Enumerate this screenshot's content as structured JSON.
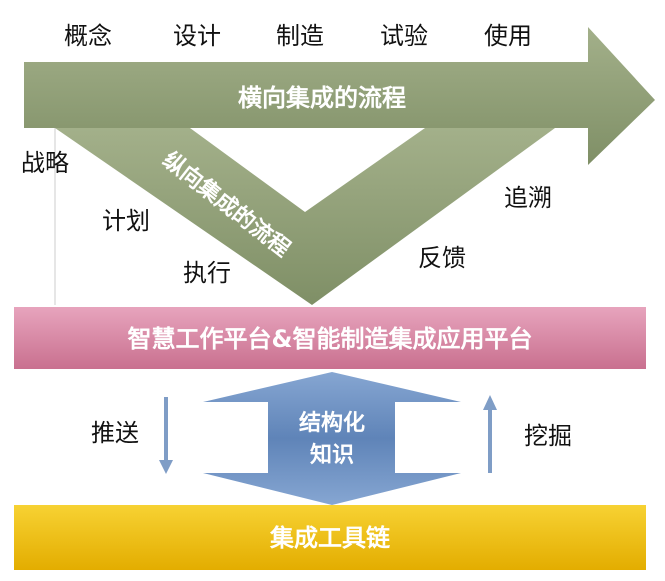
{
  "stages": [
    "概念",
    "设计",
    "制造",
    "试验",
    "使用"
  ],
  "horizontal_flow": "横向集成的流程",
  "vertical_flow": "纵向集成的流程",
  "left_labels": [
    "战略",
    "计划",
    "执行"
  ],
  "right_labels": [
    "反馈",
    "追溯"
  ],
  "platform": "智慧工作平台&智能制造集成应用平台",
  "knowledge": [
    "结构化",
    "知识"
  ],
  "push_label": "推送",
  "mine_label": "挖掘",
  "toolchain": "集成工具链",
  "colors": {
    "green": "#8f9e74",
    "pink": "#d98aa6",
    "blue": "#6f93c4",
    "yellow": "#f2c200"
  }
}
